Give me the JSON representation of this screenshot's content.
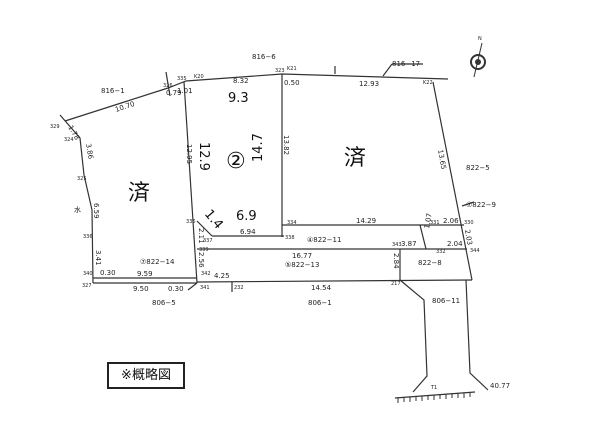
{
  "marks": {
    "done": "済",
    "parcel": "②",
    "note": "※概略図",
    "north": "N"
  },
  "areas": {
    "top": "9.3",
    "left": "12.9",
    "right": "14.7",
    "bottom": "6.9",
    "diag": "1.4"
  },
  "lots": {
    "l816_1": "816−1",
    "l816_6": "816−6",
    "l816_17": "816−17",
    "l822_5": "822−5",
    "l822_9": "⑦822−9",
    "l822_11": "④822−11",
    "l822_13": "⑤822−13",
    "l822_14": "⑦822−14",
    "l822_8": "822−8",
    "l806_5": "806−5",
    "l806_1": "806−1",
    "l806_11": "806−11",
    "water": "水"
  },
  "dims": [
    "10.70",
    "0.79",
    "1.01",
    "8.32",
    "0.50",
    "12.93",
    "1.78",
    "3.86",
    "6.59",
    "3.41",
    "0.30",
    "9.59",
    "9.50",
    "0.30",
    "12.95",
    "13.82",
    "13.65",
    "14.29",
    "2.06",
    "2.03",
    "6.94",
    "2.11",
    "2.56",
    "16.77",
    "4.25",
    "14.54",
    "3.87",
    "2.04",
    "1.07",
    "2.84",
    "40.77"
  ],
  "points": [
    "329",
    "324",
    "325",
    "336",
    "340",
    "327",
    "326",
    "335",
    "K20",
    "323",
    "K21",
    "K22",
    "336",
    "337",
    "338",
    "334",
    "331",
    "330",
    "339",
    "342",
    "341",
    "232",
    "343",
    "332",
    "344",
    "217",
    "T1"
  ]
}
